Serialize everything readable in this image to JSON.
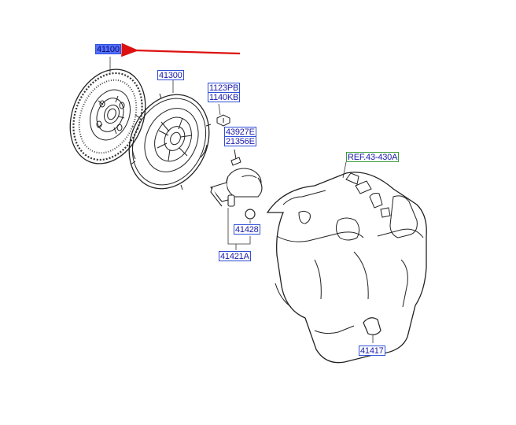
{
  "parts": {
    "clutch_disc": "41100",
    "clutch_cover": "41300",
    "bolt_1": "1123PB",
    "bolt_2": "1140KB",
    "fitting_1": "43927E",
    "fitting_2": "21356E",
    "ref": "REF.43-430A",
    "oring": "41428",
    "release_cylinder": "41421A",
    "cover_plate": "41417"
  },
  "colors": {
    "label_border": "#2f4fd6",
    "label_text": "#1a1aa8",
    "highlight_fill": "#5470ff",
    "arrow": "#dd1111",
    "ref_border": "#3b9b3b"
  }
}
